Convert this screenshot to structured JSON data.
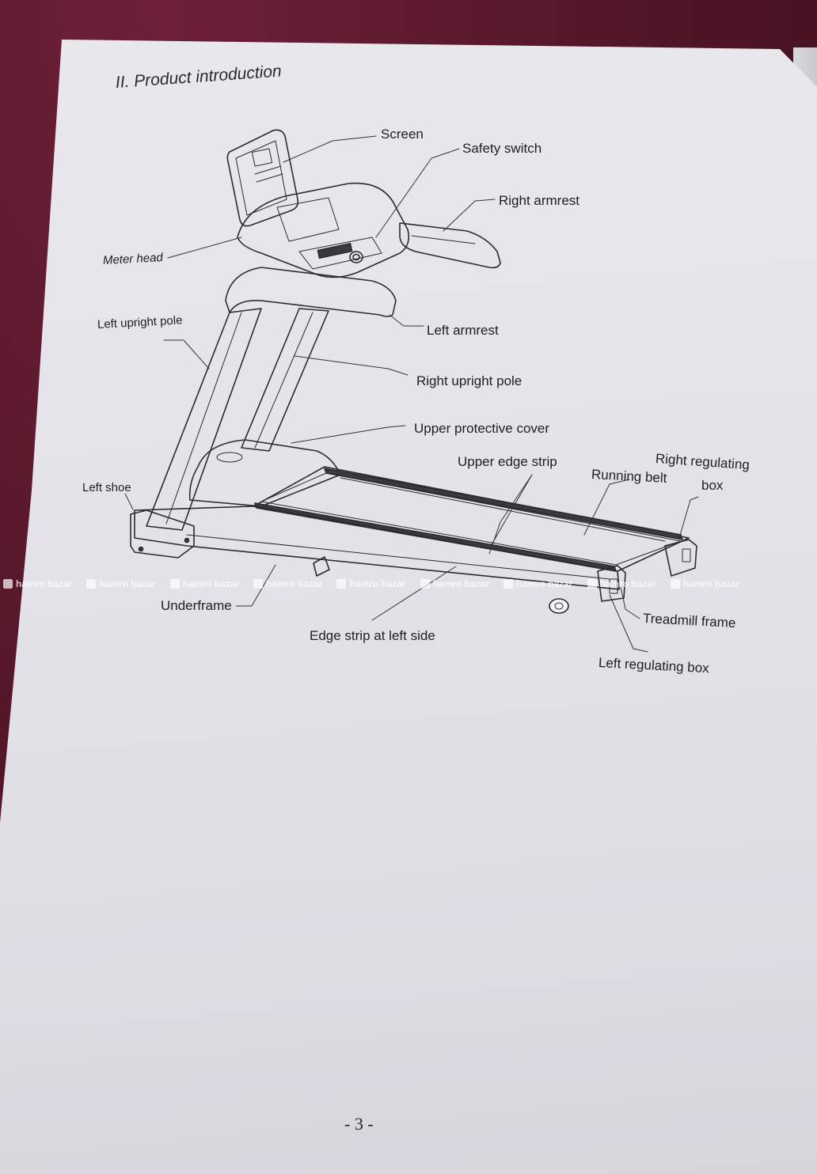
{
  "document": {
    "heading": "II. Product introduction",
    "page_number": "- 3 -"
  },
  "labels": {
    "screen": "Screen",
    "safety_switch": "Safety switch",
    "right_armrest": "Right armrest",
    "meter_head": "Meter head",
    "left_upright_pole": "Left upright pole",
    "left_armrest": "Left armrest",
    "right_upright_pole": "Right upright pole",
    "upper_protective_cover": "Upper protective cover",
    "upper_edge_strip": "Upper edge strip",
    "right_regulating_line1": "Right regulating",
    "right_regulating_line2": "box",
    "running_belt": "Running belt",
    "left_shoe": "Left shoe",
    "underframe": "Underframe",
    "edge_strip_left_side": "Edge strip at left side",
    "treadmill_frame": "Treadmill frame",
    "left_regulating_box": "Left regulating box"
  },
  "watermark": {
    "text": "hamro bazar",
    "repeat": 9
  },
  "colors": {
    "background": "#5a1a2e",
    "paper": "#e6e5ea",
    "ink": "#202024"
  }
}
